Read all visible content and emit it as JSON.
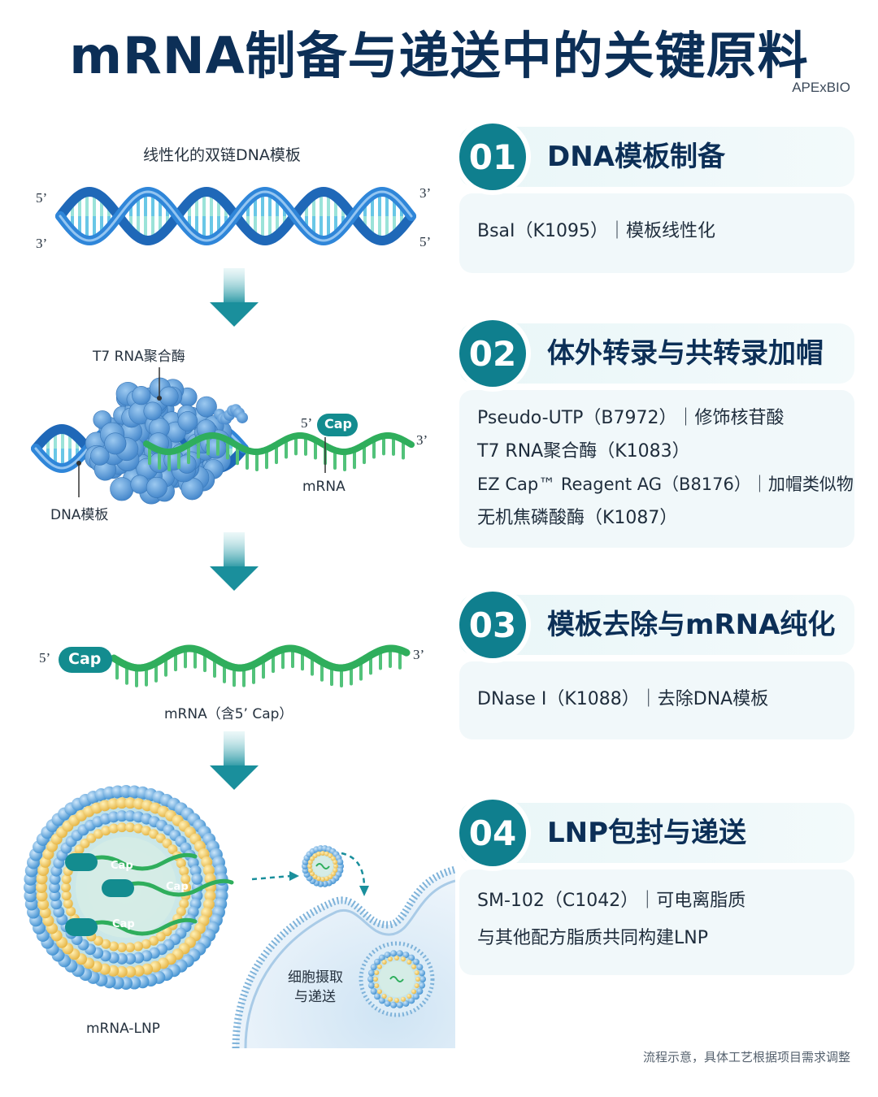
{
  "title": "mRNA制备与递送中的关键原料",
  "brand": "APExBIO",
  "footnote": "流程示意，具体工艺根据项目需求调整",
  "diagram": {
    "dna_label": "线性化的双链DNA模板",
    "prime5": "5’",
    "prime3": "3’",
    "t7_label": "T7 RNA聚合酶",
    "cap": "Cap",
    "mrna_label": "mRNA",
    "dna_template_label": "DNA模板",
    "mrna_cap_label": "mRNA（含5’ Cap）",
    "lnp_label": "mRNA-LNP",
    "uptake_label_1": "细胞摄取",
    "uptake_label_2": "与递送"
  },
  "steps": [
    {
      "num": "01",
      "title": "DNA模板制备",
      "lines": [
        "BsaI（K1095）｜模板线性化"
      ]
    },
    {
      "num": "02",
      "title": "体外转录与共转录加帽",
      "lines": [
        "Pseudo-UTP（B7972）｜修饰核苷酸",
        "T7 RNA聚合酶（K1083）",
        "EZ Cap™ Reagent AG（B8176）｜加帽类似物",
        "无机焦磷酸酶（K1087）"
      ]
    },
    {
      "num": "03",
      "title": "模板去除与mRNA纯化",
      "lines": [
        "DNase I（K1088）｜去除DNA模板"
      ]
    },
    {
      "num": "04",
      "title": "LNP包封与递送",
      "lines": [
        "SM-102（C1042）｜可电离脂质",
        "与其他配方脂质共同构建LNP"
      ]
    }
  ],
  "colors": {
    "accent": "#0f7f8e",
    "title": "#0c2f57",
    "dna_blue": "#2f86d9",
    "rna_green": "#2fae5c",
    "card_bg": "#f1f8fa"
  }
}
